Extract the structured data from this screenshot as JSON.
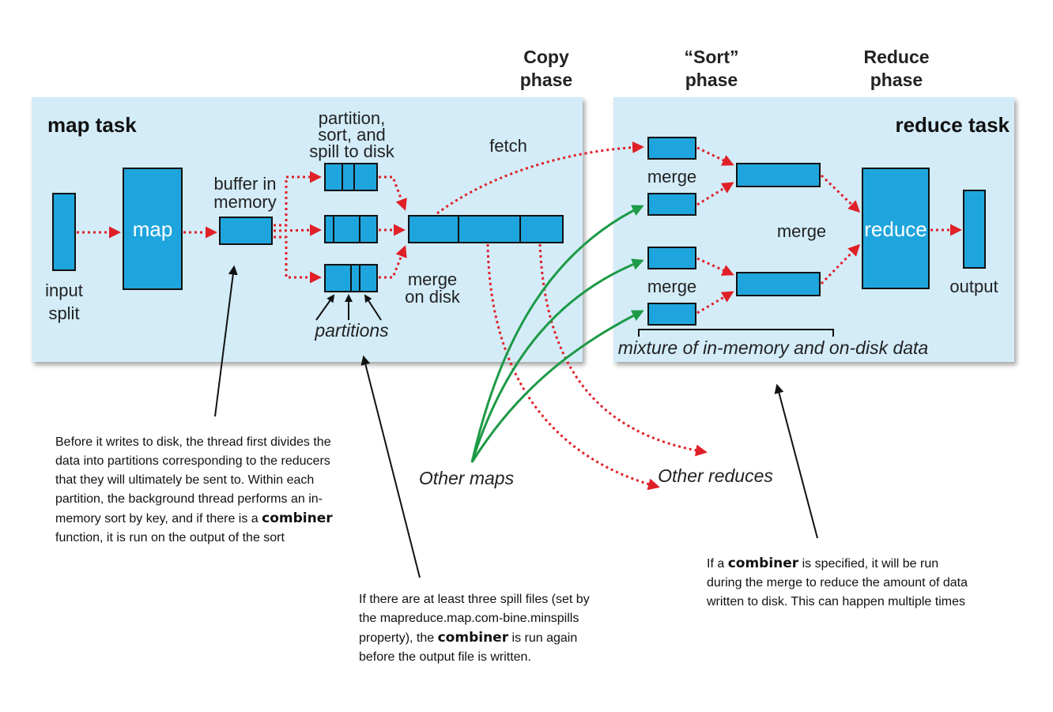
{
  "phases": {
    "copy": [
      "Copy",
      "phase"
    ],
    "sort": [
      "“Sort”",
      "phase"
    ],
    "reduce": [
      "Reduce",
      "phase"
    ]
  },
  "map_task": {
    "title": "map task",
    "input_split": [
      "input",
      "split"
    ],
    "map_label": "map",
    "buffer": [
      "buffer in",
      "memory"
    ],
    "pss": [
      "partition,",
      "sort, and",
      "spill to disk"
    ],
    "partitions": "partitions",
    "merge_on_disk": [
      "merge",
      "on disk"
    ]
  },
  "fetch": "fetch",
  "reduce_task": {
    "title": "reduce task",
    "merge_upper": "merge",
    "merge_lower": "merge",
    "merge_middle": "merge",
    "reduce_label": "reduce",
    "output": "output",
    "mixture": "mixture of in-memory and on-disk data"
  },
  "other_maps": "Other maps",
  "other_reduces": "Other reduces",
  "notes": {
    "note1": {
      "before": "Before it writes to disk, the thread first divides the data into partitions corresponding to the reducers that they will ultimately be sent to. Within each partition, the background thread performs an in-memory sort by key, and if there is a ",
      "bold": "combiner",
      "after": " function, it is run on the output of the sort"
    },
    "note2": {
      "before": "If there are at least three spill files (set by the mapreduce.map.com-bine.minspills property), the ",
      "bold": "combiner",
      "after": " is run again before the output file is written."
    },
    "note3": {
      "before": "If a ",
      "bold": "combiner",
      "after": " is specified, it will be run during the merge to reduce the amount of data written to disk. This can happen multiple times"
    }
  },
  "colors": {
    "panel": "#d3ecf8",
    "box": "#1fa5dd",
    "red_arrow": "#e02027",
    "green_arrow": "#1d9a46"
  }
}
